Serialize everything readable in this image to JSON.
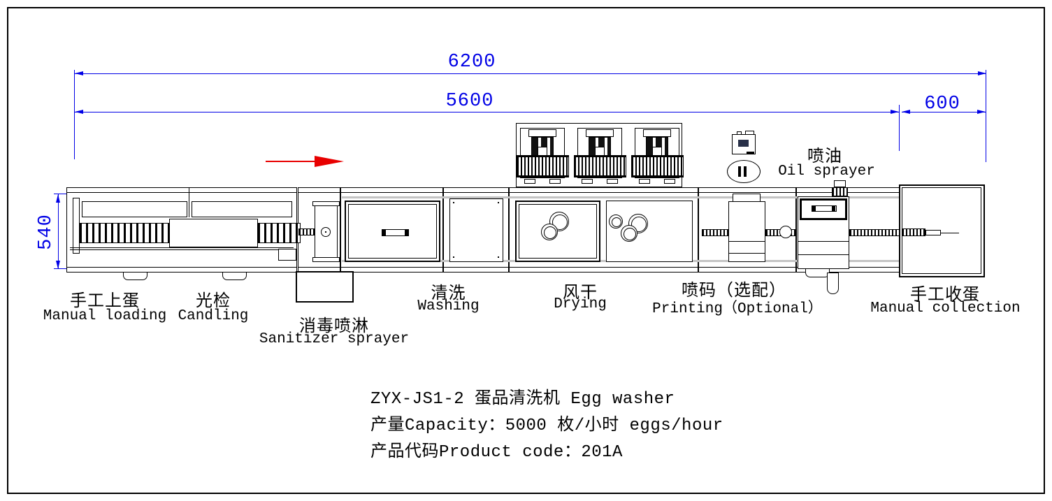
{
  "drawing": {
    "colors": {
      "dimension_line": "#0000e6",
      "flow_arrow": "#e80000",
      "linework": "#000000",
      "background": "#ffffff"
    },
    "dimensions": {
      "total_length_mm": "6200",
      "main_line_length_mm": "5600",
      "collection_table_length_mm": "600",
      "machine_width_mm": "540"
    },
    "stations": [
      {
        "zh": "手工上蛋",
        "en": "Manual loading"
      },
      {
        "zh": "光检",
        "en": "Candling"
      },
      {
        "zh": "消毒喷淋",
        "en": "Sanitizer sprayer"
      },
      {
        "zh": "清洗",
        "en": "Washing"
      },
      {
        "zh": "风干",
        "en": "Drying"
      },
      {
        "zh": "喷码（选配）",
        "en": "Printing（Optional）"
      },
      {
        "zh": "喷油",
        "en": "Oil sprayer"
      },
      {
        "zh": "手工收蛋",
        "en": "Manual collection"
      }
    ],
    "title_block": {
      "model_line": "ZYX-JS1-2 蛋品清洗机 Egg washer",
      "capacity_line": "产量Capacity：5000 枚/小时 eggs/hour",
      "product_code_line": "产品代码Product code：201A"
    }
  }
}
